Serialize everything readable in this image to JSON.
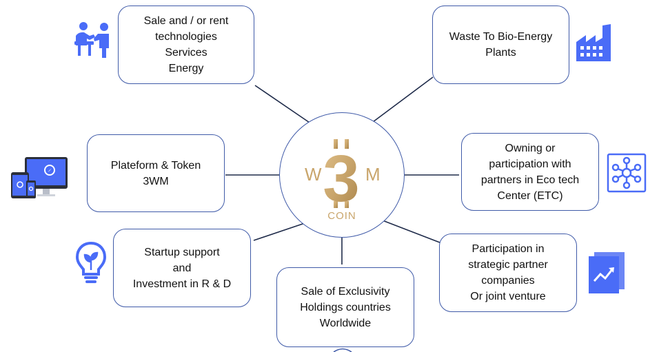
{
  "hub": {
    "logo_letters": {
      "left": "W",
      "middle": "3",
      "right": "M"
    },
    "logo_caption": "COIN",
    "colors": {
      "gold": "#c9a56b",
      "gold_dark": "#a8834a",
      "border": "#3f5aa8"
    }
  },
  "nodes": {
    "sale_rent": {
      "text": "Sale and / or rent\ntechnologies\nServices\nEnergy",
      "icon": "meeting-people-icon"
    },
    "waste_bio": {
      "text": "Waste To Bio-Energy\nPlants",
      "icon": "factory-icon"
    },
    "platform_token": {
      "text": "Plateform & Token\n3WM",
      "icon": "devices-icon"
    },
    "owning_etc": {
      "text": "Owning or\nparticipation  with\npartners in Eco tech\nCenter (ETC)",
      "icon": "network-hub-icon"
    },
    "startup": {
      "text": "Startup support\nand\nInvestment in R & D",
      "icon": "lightbulb-leaf-icon"
    },
    "participation": {
      "text": "Participation in\nstrategic partner\ncompanies\nOr joint venture",
      "icon": "growth-chart-icon"
    },
    "exclusivity": {
      "text": "Sale of Exclusivity\nHoldings countries\nWorldwide",
      "icon": ""
    }
  },
  "colors": {
    "icon_blue": "#4a6cf7",
    "line": "#1f2b4a",
    "box_border": "#3f5aa8"
  }
}
